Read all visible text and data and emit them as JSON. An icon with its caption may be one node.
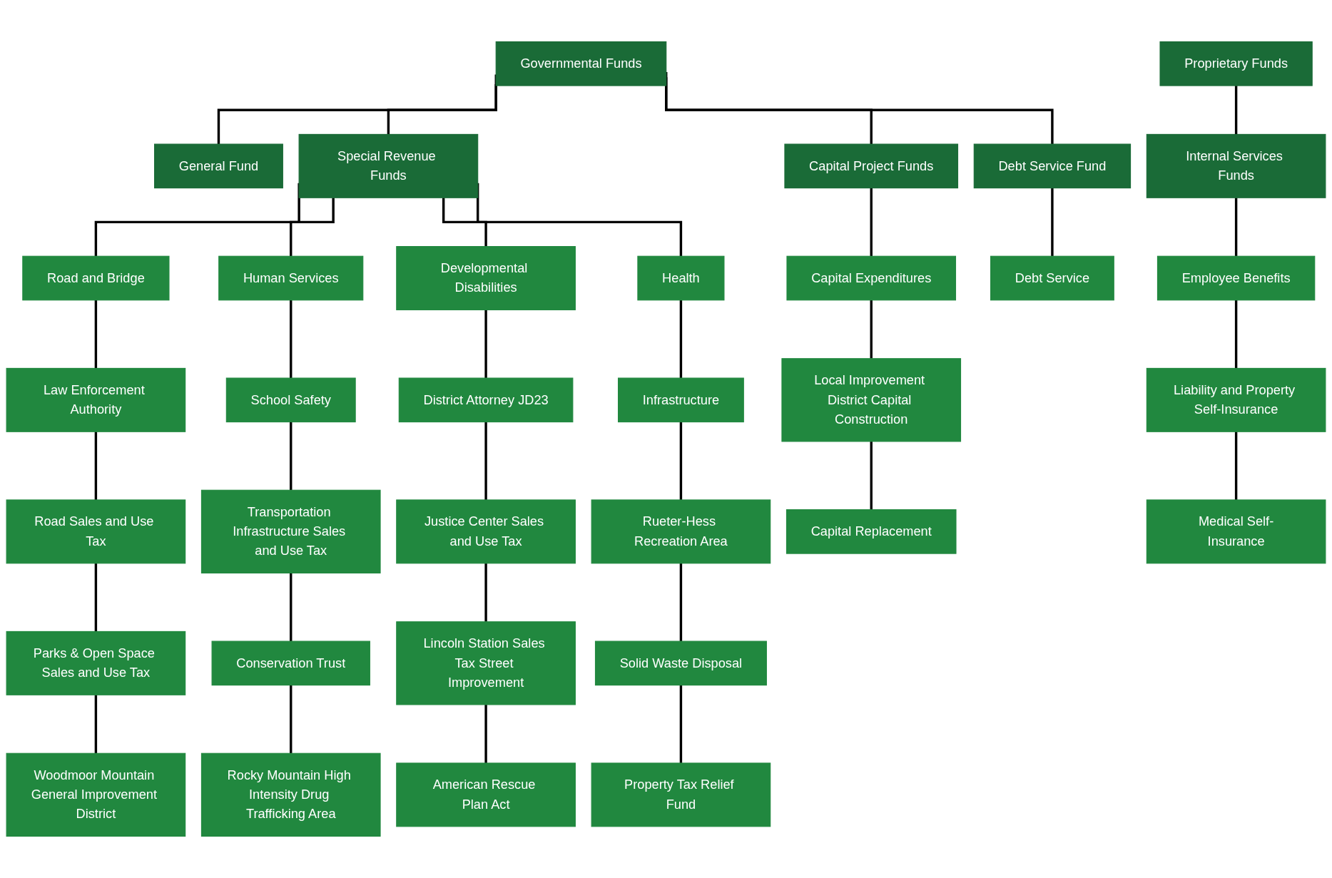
{
  "diagram": {
    "nodes": [
      {
        "text": [
          "Governmental Funds"
        ]
      },
      {
        "text": [
          "Proprietary Funds"
        ]
      },
      {
        "text": [
          "General Fund"
        ]
      },
      {
        "text": [
          "Special Revenue Funds"
        ]
      },
      {
        "text": [
          "Capital Project Funds"
        ]
      },
      {
        "text": [
          "Debt Service Fund"
        ]
      },
      {
        "text": [
          "Internal Services Funds"
        ]
      },
      {
        "text": [
          "Road and Bridge"
        ]
      },
      {
        "text": [
          "Human Services"
        ]
      },
      {
        "text": [
          "Developmental Disabilities"
        ]
      },
      {
        "text": [
          "Health"
        ]
      },
      {
        "text": [
          "Capital Expenditures"
        ]
      },
      {
        "text": [
          "Debt Service"
        ]
      },
      {
        "text": [
          "Employee Benefits"
        ]
      },
      {
        "text": [
          "Law Enforcement Authority"
        ]
      },
      {
        "text": [
          "School Safety"
        ]
      },
      {
        "text": [
          "District Attorney JD23"
        ]
      },
      {
        "text": [
          "Infrastructure"
        ]
      },
      {
        "text": [
          "Local Improvement District Capital Construction"
        ]
      },
      {
        "text": [
          "Liability and Property Self-Insurance"
        ]
      },
      {
        "text": [
          "Road Sales and Use Tax"
        ]
      },
      {
        "text": [
          "Transportation Infrastructure Sales and Use Tax"
        ]
      },
      {
        "text": [
          "Justice Center Sales and Use Tax"
        ]
      },
      {
        "text": [
          "Rueter-Hess Recreation Area"
        ]
      },
      {
        "text": [
          "Capital Replacement"
        ]
      },
      {
        "text": [
          "Medical Self-Insurance"
        ]
      },
      {
        "text": [
          "Parks & Open Space Sales and Use Tax"
        ]
      },
      {
        "text": [
          "Conservation Trust"
        ]
      },
      {
        "text": [
          "Lincoln Station Sales Tax Street Improvement"
        ]
      },
      {
        "text": [
          "Solid Waste Disposal"
        ]
      },
      {
        "text": [
          "Woodmoor Mountain General Improvement District"
        ]
      },
      {
        "text": [
          "Rocky Mountain High Intensity Drug Trafficking Area"
        ]
      },
      {
        "text": [
          "American Rescue Plan Act"
        ]
      },
      {
        "text": [
          "Property Tax Relief Fund"
        ]
      }
    ],
    "edges": [
      {
        "from": 0,
        "to": 2,
        "arrow": "none"
      },
      {
        "from": 0,
        "to": 3,
        "arrow": "none"
      },
      {
        "from": 0,
        "to": 4,
        "arrow": "none"
      },
      {
        "from": 0,
        "to": 5,
        "arrow": "none"
      },
      {
        "from": 1,
        "to": 6,
        "arrow": "none"
      },
      {
        "from": 3,
        "to": 7,
        "arrow": "none"
      },
      {
        "from": 3,
        "to": 8,
        "arrow": "none"
      },
      {
        "from": 3,
        "to": 9,
        "arrow": "none"
      },
      {
        "from": 3,
        "to": 10,
        "arrow": "none"
      },
      {
        "from": 4,
        "to": 11,
        "arrow": "none"
      },
      {
        "from": 5,
        "to": 12,
        "arrow": "none"
      },
      {
        "from": 6,
        "to": 13,
        "arrow": "none"
      },
      {
        "from": 7,
        "to": 14,
        "arrow": "none"
      },
      {
        "from": 8,
        "to": 15,
        "arrow": "none"
      },
      {
        "from": 9,
        "to": 16,
        "arrow": "none"
      },
      {
        "from": 10,
        "to": 17,
        "arrow": "none"
      },
      {
        "from": 11,
        "to": 18,
        "arrow": "none"
      },
      {
        "from": 13,
        "to": 19,
        "arrow": "none"
      },
      {
        "from": 14,
        "to": 20,
        "arrow": "none"
      },
      {
        "from": 15,
        "to": 21,
        "arrow": "none"
      },
      {
        "from": 16,
        "to": 22,
        "arrow": "none"
      },
      {
        "from": 17,
        "to": 23,
        "arrow": "none"
      },
      {
        "from": 18,
        "to": 24,
        "arrow": "none"
      },
      {
        "from": 19,
        "to": 25,
        "arrow": "none"
      },
      {
        "from": 20,
        "to": 26,
        "arrow": "none"
      },
      {
        "from": 21,
        "to": 27,
        "arrow": "none"
      },
      {
        "from": 22,
        "to": 28,
        "arrow": "none"
      },
      {
        "from": 23,
        "to": 29,
        "arrow": "none"
      },
      {
        "from": 26,
        "to": 30,
        "arrow": "none"
      },
      {
        "from": 27,
        "to": 31,
        "arrow": "none"
      },
      {
        "from": 28,
        "to": 32,
        "arrow": "none"
      },
      {
        "from": 29,
        "to": 33,
        "arrow": "none"
      }
    ]
  }
}
